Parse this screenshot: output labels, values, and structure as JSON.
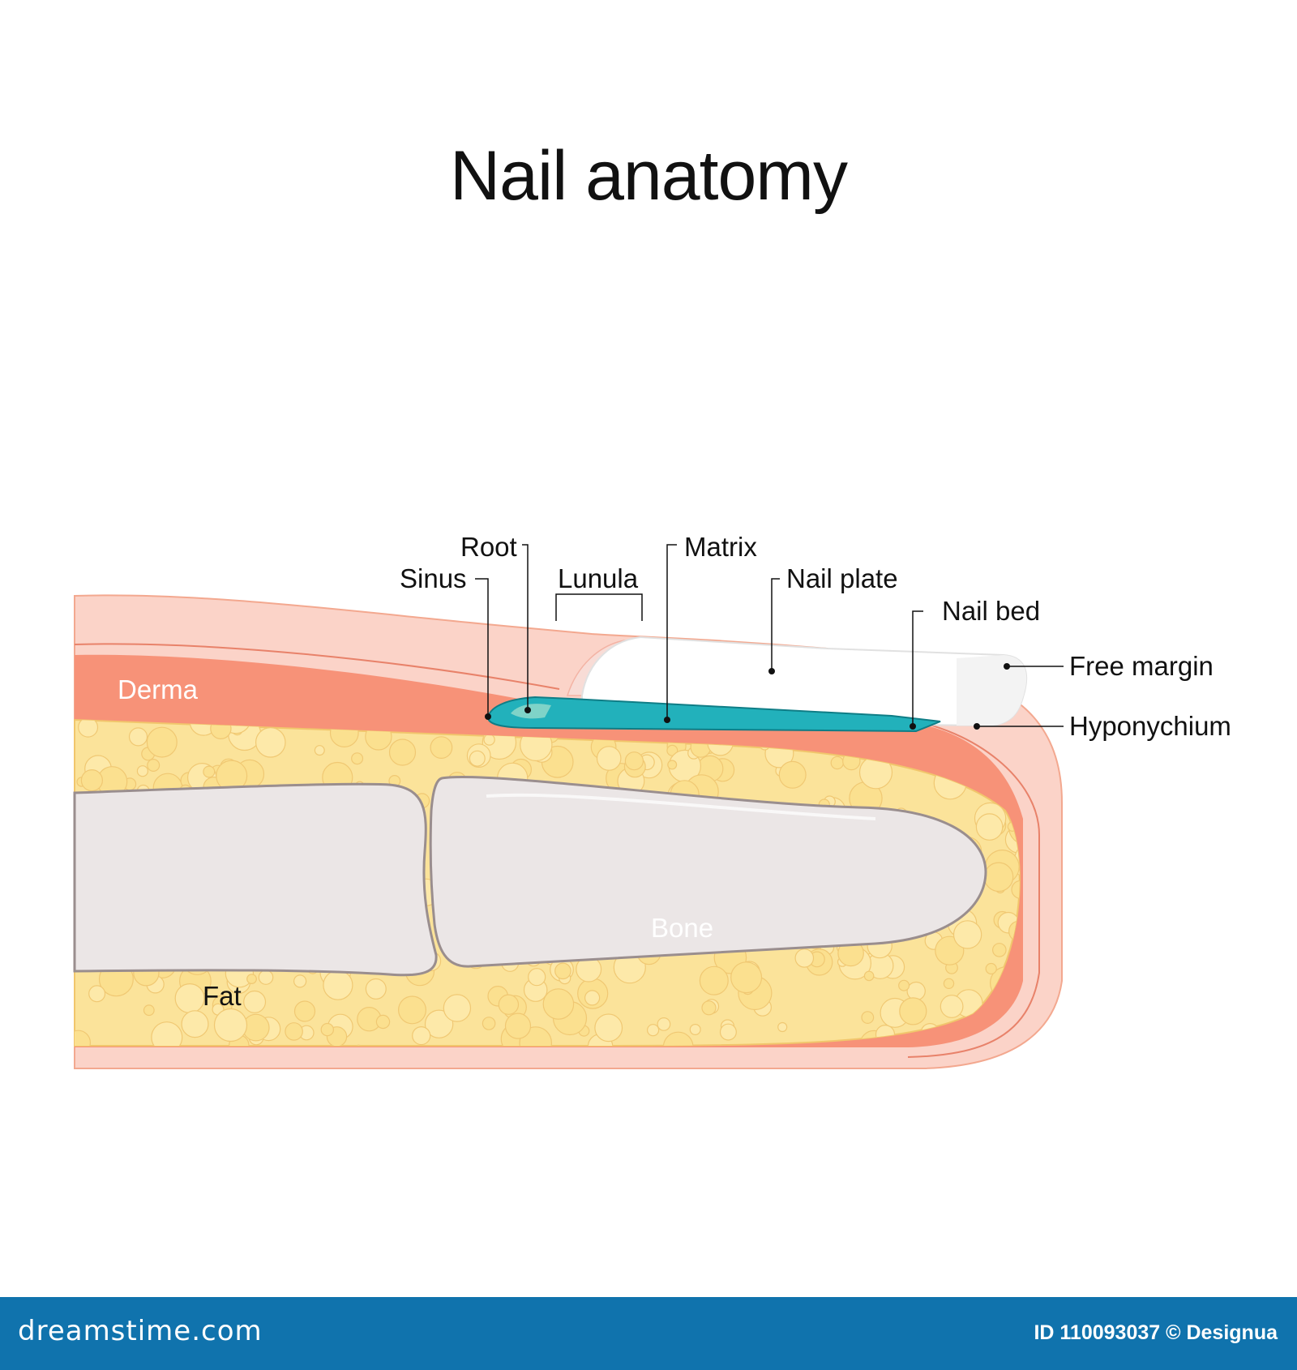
{
  "title": "Nail anatomy",
  "labels": {
    "root": "Root",
    "sinus": "Sinus",
    "lunula": "Lunula",
    "matrix": "Matrix",
    "nail_plate": "Nail plate",
    "nail_bed": "Nail bed",
    "free_margin": "Free margin",
    "hyponychium": "Hyponychium",
    "derma": "Derma",
    "bone": "Bone",
    "fat": "Fat"
  },
  "footer": {
    "site": "dreamstime.com",
    "image_id": "ID 110093037 © Designua"
  },
  "colors": {
    "skin_outer": "#fbd3c8",
    "derma": "#f79278",
    "fat": "#fbe39a",
    "bone": "#ebe6e6",
    "nail_plate": "#ffffff",
    "matrix": "#22b1bb",
    "footer": "#1073ad"
  }
}
